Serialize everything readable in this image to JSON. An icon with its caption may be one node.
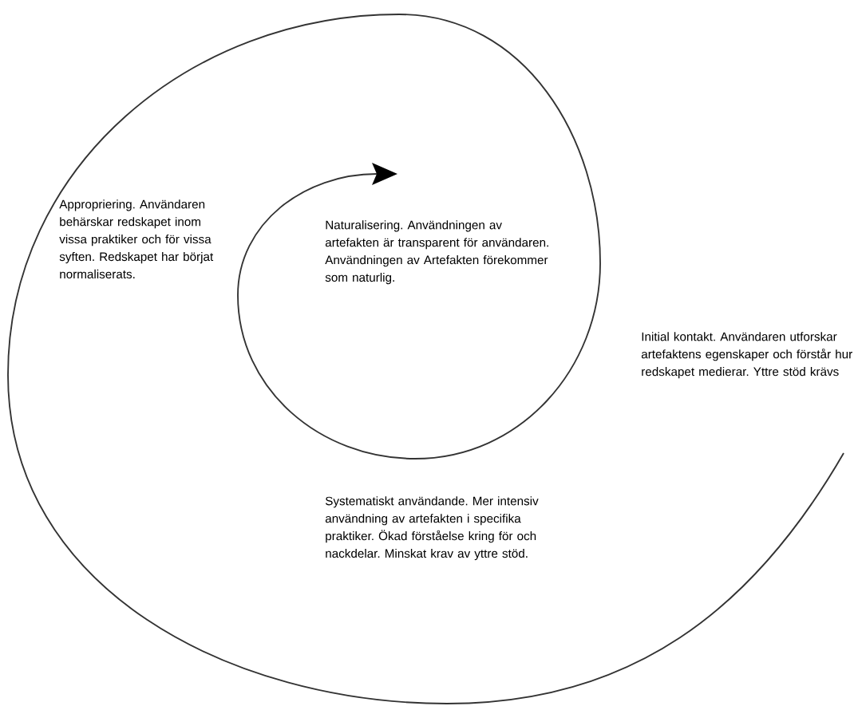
{
  "diagram": {
    "labels": [
      "Appropriering. Användaren behärskar redskapet inom vissa praktiker och för vissa syften. Redskapet har börjat normaliserats.",
      "Naturalisering. Användningen av artefakten är transparent för användaren. Användningen av Artefakten förekommer som naturlig.",
      "Initial kontakt. Användaren utforskar artefaktens egenskaper och förstår hur redskapet medierar. Yttre stöd krävs",
      "Systematiskt användande. Mer intensiv användning av artefakten i specifika praktiker. Ökad förståelse kring för och nackdelar. Minskat krav av yttre stöd."
    ]
  }
}
